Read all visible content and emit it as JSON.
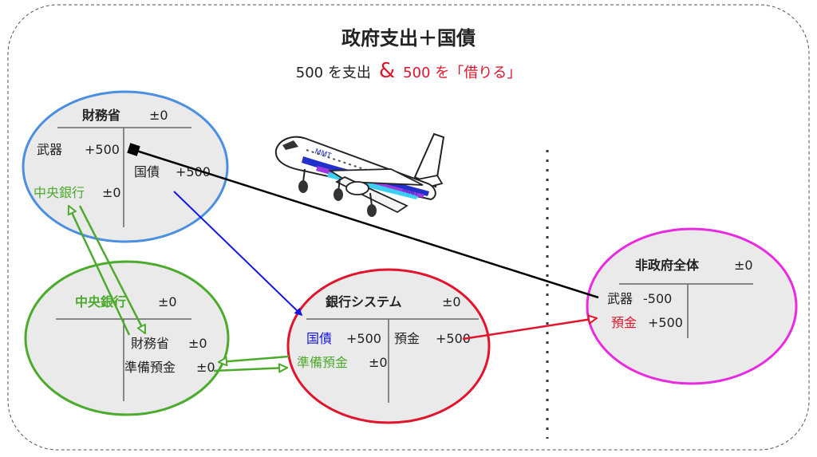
{
  "title": "政府支出＋国債",
  "subtitle": {
    "part1": "500 を支出",
    "amp": "&",
    "part2": "500 を「借りる」"
  },
  "colors": {
    "finance": "#4a8fe0",
    "central_bank": "#4caa2c",
    "bank_system": "#e0142c",
    "non_gov": "#e82ae0",
    "bond_arrow": "#1414e6",
    "deposit_arrow": "#e0142c",
    "weapons_line": "#000000",
    "ellipse_fill": "#eaeaea",
    "red_text": "#e0142c",
    "green_text": "#4caa2c",
    "blue_text": "#1414e6"
  },
  "finance_ministry": {
    "name": "財務省",
    "balance": "±0",
    "left_items": [
      {
        "label": "武器",
        "value": "+500"
      },
      {
        "label": "中央銀行",
        "value": "±0"
      }
    ],
    "right_items": [
      {
        "label": "国債",
        "value": "+500"
      }
    ]
  },
  "central_bank": {
    "name": "中央銀行",
    "balance": "±0",
    "right_items": [
      {
        "label": "財務省",
        "value": "±0"
      },
      {
        "label": "準備預金",
        "value": "±0"
      }
    ]
  },
  "bank_system": {
    "name": "銀行システム",
    "balance": "±0",
    "left_items": [
      {
        "label": "国債",
        "value": "+500"
      },
      {
        "label": "準備預金",
        "value": "±0"
      }
    ],
    "right_items": [
      {
        "label": "預金",
        "value": "+500"
      }
    ]
  },
  "non_government": {
    "name": "非政府全体",
    "balance": "±0",
    "left_items": [
      {
        "label": "武器",
        "value": "-500"
      },
      {
        "label": "預金",
        "value": "+500"
      }
    ]
  },
  "airplane": {
    "icon": "airplane-icon",
    "livery_text": "MMT"
  }
}
